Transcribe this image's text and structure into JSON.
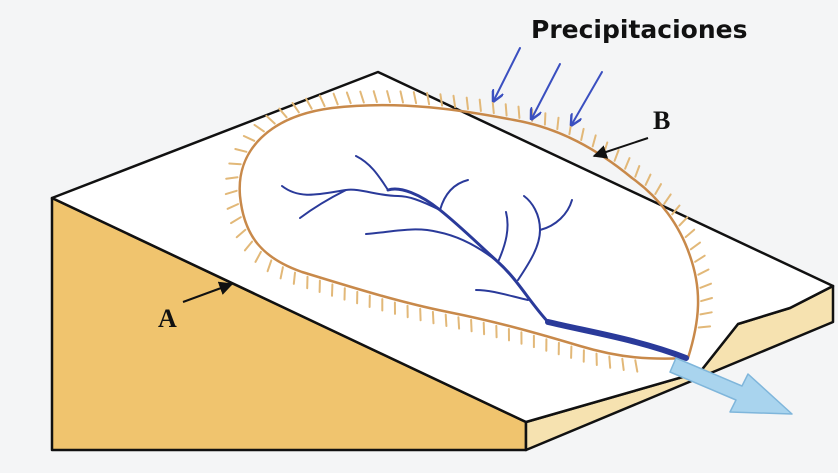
{
  "labels": {
    "precipitation": "Precipitaciones",
    "point_a": "A",
    "point_b": "B"
  },
  "colors": {
    "background": "#f4f5f6",
    "plateau_top": "#ffffff",
    "soil_side": "#f0c46e",
    "soil_side_front": "#f6e2b0",
    "outline": "#111111",
    "watershed_boundary": "#c8894a",
    "hatch_marks": "#e2b878",
    "drainage_network": "#2a3a9a",
    "rain_arrows": "#3a4fc0",
    "outflow_arrow": "#a9d4ee",
    "label_arrows": "#111111"
  },
  "icons": {
    "rain": "rain-arrow-icon",
    "outflow": "outflow-arrow-icon",
    "pointer": "pointer-arrow-icon"
  }
}
